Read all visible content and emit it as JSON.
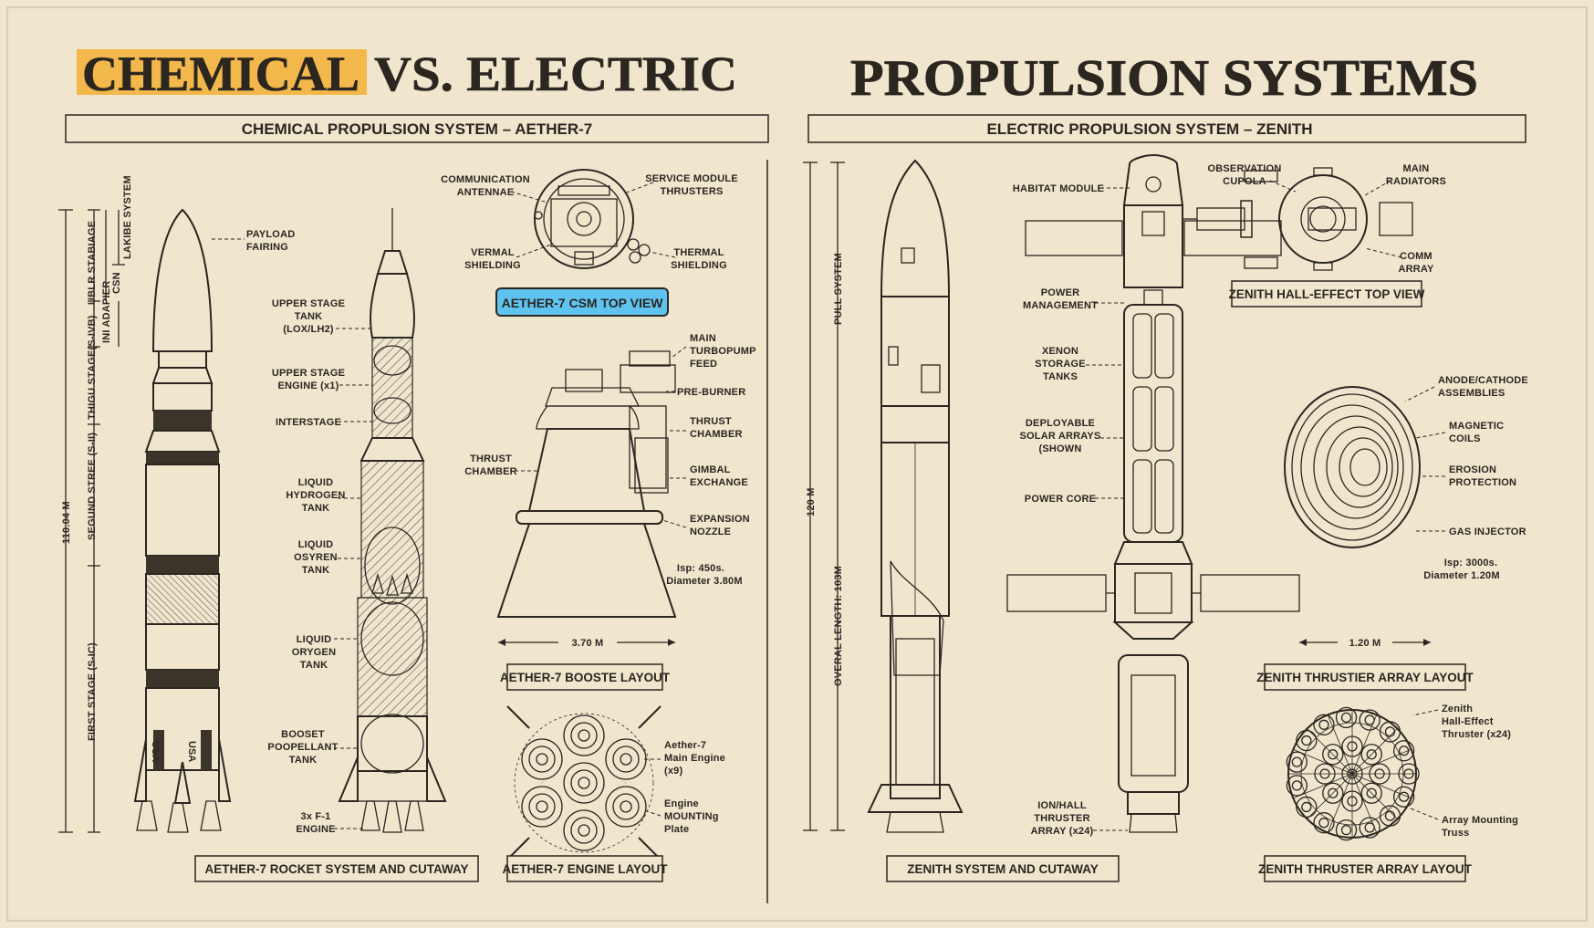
{
  "title": {
    "word1": "CHEMICAL",
    "word2": "VS. ELECTRIC",
    "word3": "PROPULSION SYSTEMS"
  },
  "colors": {
    "paper": "#efe6cd",
    "ink": "#2b2620",
    "highlight_orange": "#f2b84b",
    "highlight_blue": "#5fc3f0"
  },
  "chemical": {
    "header": "CHEMICAL PROPULSION SYSTEM – AETHER-7",
    "dims": {
      "total": "110.04 M",
      "lander": "LAKIBE SYSTEM",
      "upper_stage": "UBLR STABIAGE",
      "csm": "CSN",
      "adapter": "INI ADAPIER",
      "third": "THIGU STAGE(S-IVB)",
      "second": "SEGUND STREE (S-II)",
      "first": "FIRST STAGE (S-IC)"
    },
    "rocket_labels": {
      "payload": [
        "PAYLOAD",
        "FAIRING"
      ],
      "upper_tank": [
        "UPPER STAGE",
        "TANK",
        "(LOX/LH2)"
      ],
      "upper_engine": [
        "UPPER STAGE",
        "ENGINE (x1)"
      ],
      "interstage": [
        "INTERSTAGE"
      ],
      "lh2": [
        "LIQUID",
        "HYDROGEN",
        "TANK"
      ],
      "lox1": [
        "LIQUID",
        "OSYREN",
        "TANK"
      ],
      "lox2": [
        "LIQUID",
        "ORYGEN",
        "TANK"
      ],
      "booster": [
        "BOOSET",
        "POOPELLANT",
        "TANK"
      ],
      "f1": [
        "3x F-1",
        "ENGINE"
      ]
    },
    "usa": "USA",
    "csm_labels": {
      "comm": [
        "COMMUNICATION",
        "ANTENNAE"
      ],
      "thrusters": [
        "SERVICE MODULE",
        "THRUSTERS"
      ],
      "vermal": [
        "VERMAL",
        "SHIELDING"
      ],
      "thermal": [
        "THERMAL",
        "SHIELDING"
      ]
    },
    "csm_caption": "AETHER-7 CSM TOP VIEW",
    "engine_labels": {
      "turbopump": [
        "MAIN",
        "TURBOPUMP",
        "FEED"
      ],
      "preburner": [
        "PRE-BURNER"
      ],
      "thrust_r": [
        "THRUST",
        "CHAMBER"
      ],
      "gimbal": [
        "GIMBAL",
        "EXCHANGE"
      ],
      "expansion": [
        "EXPANSION",
        "NOZZLE"
      ],
      "thrust_l": [
        "THRUST",
        "CHAMBER"
      ],
      "isp": [
        "Isp: 450s.",
        "Diameter 3.80M"
      ]
    },
    "engine_width": "3.70 M",
    "booste_caption": "AETHER-7 BOOSTE LAYOUT",
    "cluster_labels": {
      "main": [
        "Aether-7",
        "Main Engine",
        "(x9)"
      ],
      "mount": [
        "Engine",
        "MOUNTINg",
        "Plate"
      ]
    },
    "rocket_caption": "AETHER-7 ROCKET SYSTEM AND CUTAWAY",
    "engine_caption": "AETHER-7 ENGINE LAYOUT"
  },
  "electric": {
    "header": "ELECTRIC PROPULSION SYSTEM – ZENITH",
    "dims": {
      "pull": "PULL SYSTEM",
      "height": "120 M",
      "overall": "OVERAL LENGTH: 103M"
    },
    "station_labels": {
      "habitat": [
        "HABITAT MODULE"
      ],
      "power_mgmt": [
        "POWER",
        "MANAGEMENT"
      ],
      "xenon": [
        "XENON",
        "STORAGE",
        "TANKS"
      ],
      "solar": [
        "DEPLOYABLE",
        "SOLAR ARRAYS",
        "(SHOWN"
      ],
      "core": [
        "POWER CORE"
      ],
      "ionhall": [
        "ION/HALL",
        "THRUSTER",
        "ARRAY (x24)"
      ]
    },
    "top_labels": {
      "cupola": [
        "OBSERVATION",
        "CUPOLA"
      ],
      "radiators": [
        "MAIN",
        "RADIATORS"
      ],
      "comm": [
        "COMM",
        "ARRAY"
      ]
    },
    "top_caption": "ZENITH HALL-EFFECT TOP VIEW",
    "thruster_labels": {
      "anode": [
        "ANODE/CATHODE",
        "ASSEMBLIES"
      ],
      "magnetic": [
        "MAGNETIC",
        "COILS"
      ],
      "erosion": [
        "EROSION",
        "PROTECTION"
      ],
      "gas": [
        "GAS INJECTOR"
      ],
      "isp": [
        "Isp: 3000s.",
        "Diameter 1.20M"
      ]
    },
    "thruster_width": "1.20 M",
    "thrustier_caption": "ZENITH THRUSTIER ARRAY LAYOUT",
    "array_labels": {
      "hall": [
        "Zenith",
        "Hall-Effect",
        "Thruster (x24)"
      ],
      "truss": [
        "Array Mounting",
        "Truss"
      ]
    },
    "system_caption": "ZENITH SYSTEM AND CUTAWAY",
    "array_caption": "ZENITH THRUSTER ARRAY LAYOUT"
  }
}
